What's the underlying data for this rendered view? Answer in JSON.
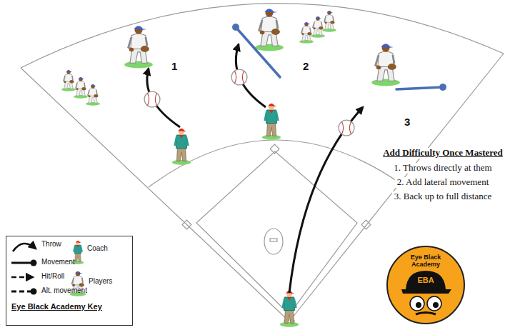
{
  "diagram": {
    "nodes": [
      {
        "text": [
          "Eye Black Academy Key"
        ]
      },
      {
        "text": [
          "Eye Black Academy",
          "EBA"
        ]
      }
    ],
    "labels": [
      "1",
      "2",
      "3",
      "Add Difficulty Once Mastered",
      "1. Throws directly at them",
      "2. Add lateral movement",
      "3. Back up to full distance"
    ],
    "legend": [
      {
        "text": "Throw"
      },
      {
        "text": "Coach"
      },
      {
        "text": "Movement"
      },
      {
        "text": "Hit/Roll"
      },
      {
        "text": "Players"
      },
      {
        "text": "Alt. movement"
      }
    ]
  }
}
